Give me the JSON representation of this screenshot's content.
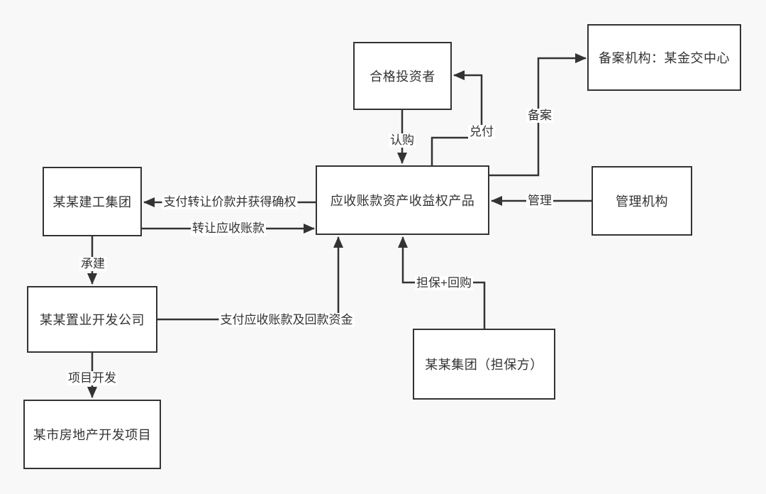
{
  "diagram": {
    "background_color": "#f8f8f8",
    "node_fill_color": "#ffffff",
    "line_color": "#333333",
    "nodes": {
      "qualified_investor": {
        "label": "合格投资者"
      },
      "filing_institution": {
        "label": "备案机构：某金交中心"
      },
      "product": {
        "label": "应收账款资产收益权产品"
      },
      "management_institution": {
        "label": "管理机构"
      },
      "construction_group": {
        "label": "某某建工集团"
      },
      "development_company": {
        "label": "某某置业开发公司"
      },
      "real_estate_project": {
        "label": "某市房地产开发项目"
      },
      "guarantor_group": {
        "label": "某某集团（担保方）"
      }
    },
    "edges": {
      "subscribe": {
        "label": "认购",
        "from": "qualified_investor",
        "to": "product"
      },
      "redeem": {
        "label": "兑付",
        "from": "product",
        "to": "qualified_investor"
      },
      "filing": {
        "label": "备案",
        "from": "product",
        "to": "filing_institution"
      },
      "manage": {
        "label": "管理",
        "from": "management_institution",
        "to": "product"
      },
      "pay_transfer_price": {
        "label": "支付转让价款并获得确权",
        "from": "product",
        "to": "construction_group"
      },
      "transfer_receivables": {
        "label": "转让应收账款",
        "from": "construction_group",
        "to": "product"
      },
      "undertake_construction": {
        "label": "承建",
        "from": "construction_group",
        "to": "development_company"
      },
      "project_development": {
        "label": "项目开发",
        "from": "development_company",
        "to": "real_estate_project"
      },
      "pay_receivables_funds": {
        "label": "支付应收账款及回款资金",
        "from": "development_company",
        "to": "product"
      },
      "guarantee_repurchase": {
        "label": "担保+回购",
        "from": "guarantor_group",
        "to": "product"
      }
    }
  }
}
